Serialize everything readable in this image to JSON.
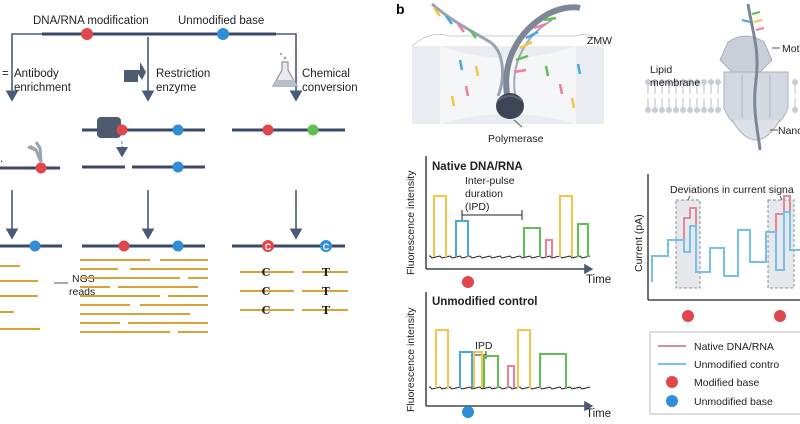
{
  "panel_b_letter": "b",
  "panel_a": {
    "modified_label": "DNA/RNA modification",
    "unmodified_label": "Unmodified base",
    "method_1": [
      "Antibody",
      "enrichment"
    ],
    "method_2": [
      "Restriction",
      "enzyme"
    ],
    "method_3": [
      "Chemical",
      "conversion"
    ],
    "ngs_label": [
      "NGS",
      "reads"
    ],
    "conversion_letters": [
      "C",
      "T",
      "C",
      "T",
      "C",
      "T"
    ]
  },
  "panel_b": {
    "zmw_label": "ZMW",
    "polymerase_label": "Polymerase",
    "native_title": "Native DNA/RNA",
    "control_title": "Unmodified control",
    "ipd_long_label": [
      "Inter-pulse",
      "duration",
      "(IPD)"
    ],
    "ipd_short_label": "IPD",
    "y_axis_label": "Fluorescence intensity",
    "x_axis_label": "Time"
  },
  "panel_c": {
    "membrane_label": [
      "Lipid",
      "membrane"
    ],
    "motor_label": "Motor",
    "nanopore_label": "Nanopo",
    "deviation_label": "Deviations in current signa",
    "y_axis_label": "Current (pA)",
    "legend": [
      "Native DNA/RNA",
      "Unmodified contro",
      "Modified base",
      "Unmodified base"
    ]
  },
  "colors": {
    "modified": "#e0474c",
    "unmodified": "#2f8ed6",
    "strand": "#3a4a66",
    "arrow": "#4a5a78",
    "ngs_read": "#d7a336",
    "pulse_yellow": "#f3c64a",
    "pulse_blue": "#4aa6e0",
    "pulse_green": "#5fbf55",
    "pulse_pink": "#ec7f9c",
    "native_trace": "#dd8b96",
    "control_trace": "#79c0e8"
  }
}
